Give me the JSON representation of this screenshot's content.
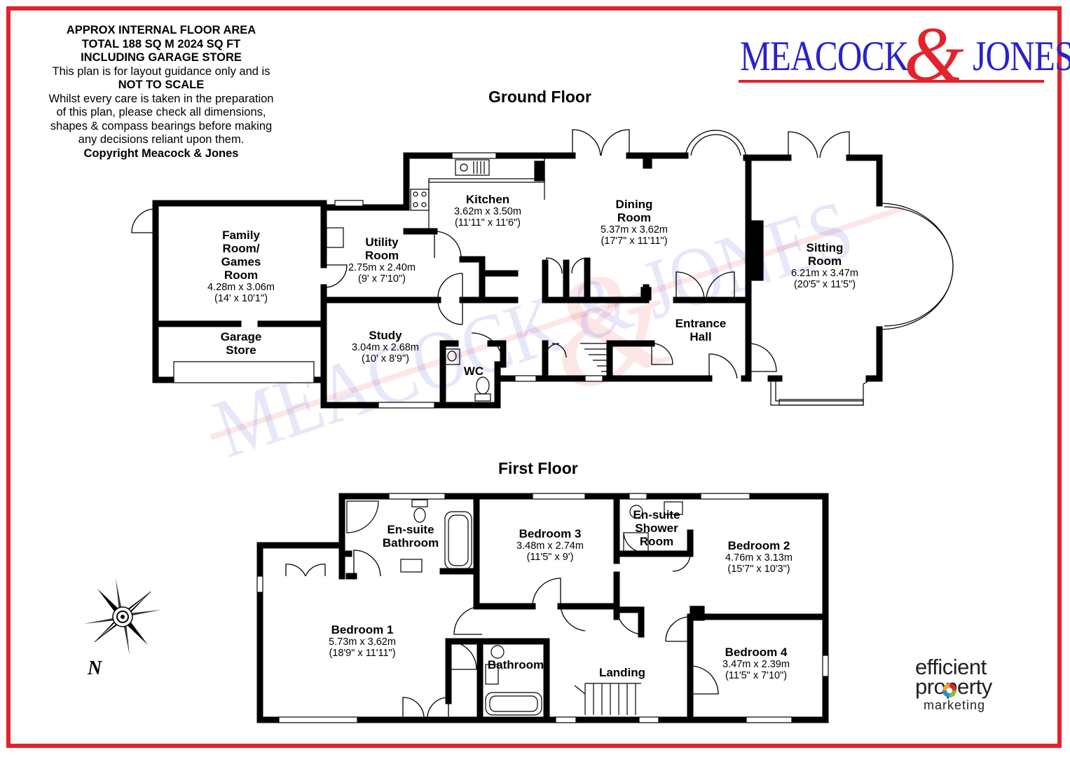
{
  "notice": {
    "line1": "APPROX INTERNAL FLOOR AREA",
    "line2": "TOTAL 188 SQ M 2024 SQ FT",
    "line3": "INCLUDING GARAGE STORE",
    "line4": "This plan is for layout guidance only and is",
    "line5": "NOT TO SCALE",
    "line6": "Whilst every care is taken in the preparation",
    "line7": "of this plan, please check all dimensions,",
    "line8": "shapes & compass bearings before making",
    "line9": "any decisions reliant upon them.",
    "line10": "Copyright Meacock & Jones"
  },
  "brand": {
    "left": "MEACOCK",
    "amp": "&",
    "right": "JONES",
    "color_blue": "#2b21c9",
    "color_red": "#e3222d"
  },
  "watermark": {
    "text": "MEACOCK & JONES"
  },
  "floors": {
    "ground_title": "Ground Floor",
    "first_title": "First Floor"
  },
  "ground_rooms": {
    "kitchen": {
      "name": "Kitchen",
      "metric": "3.62m x 3.50m",
      "imperial": "(11'11\" x 11'6\")"
    },
    "dining": {
      "name1": "Dining",
      "name2": "Room",
      "metric": "5.37m x 3.62m",
      "imperial": "(17'7\" x 11'11\")"
    },
    "sitting": {
      "name1": "Sitting",
      "name2": "Room",
      "metric": "6.21m x 3.47m",
      "imperial": "(20'5\" x 11'5\")"
    },
    "family": {
      "name1": "Family",
      "name2": "Room/",
      "name3": "Games",
      "name4": "Room",
      "metric": "4.28m x 3.06m",
      "imperial": "(14' x 10'1\")"
    },
    "utility": {
      "name1": "Utility",
      "name2": "Room",
      "metric": "2.75m x 2.40m",
      "imperial": "(9' x 7'10\")"
    },
    "garage": {
      "name1": "Garage",
      "name2": "Store"
    },
    "study": {
      "name": "Study",
      "metric": "3.04m x 2.68m",
      "imperial": "(10' x 8'9\")"
    },
    "wc": {
      "name": "WC"
    },
    "hall": {
      "name1": "Entrance",
      "name2": "Hall"
    }
  },
  "first_rooms": {
    "ensuite_bath": {
      "name1": "En-suite",
      "name2": "Bathroom"
    },
    "bedroom3": {
      "name": "Bedroom 3",
      "metric": "3.48m x 2.74m",
      "imperial": "(11'5\" x 9')"
    },
    "ensuite_shower": {
      "name1": "En-suite",
      "name2": "Shower",
      "name3": "Room"
    },
    "bedroom2": {
      "name": "Bedroom 2",
      "metric": "4.76m x 3.13m",
      "imperial": "(15'7\" x 10'3\")"
    },
    "bedroom1": {
      "name": "Bedroom 1",
      "metric": "5.73m x 3.62m",
      "imperial": "(18'9\" x 11'11\")"
    },
    "bathroom": {
      "name": "Bathroom"
    },
    "landing": {
      "name": "Landing"
    },
    "bedroom4": {
      "name": "Bedroom 4",
      "metric": "3.47m x 2.39m",
      "imperial": "(11'5\" x 7'10\")"
    }
  },
  "compass": {
    "north_label": "N"
  },
  "footer_logo": {
    "line1": "efficient",
    "line2": "property",
    "line3": "marketing"
  },
  "colors": {
    "frame": "#e3222d",
    "wall": "#000000",
    "window": "#ffffff"
  }
}
